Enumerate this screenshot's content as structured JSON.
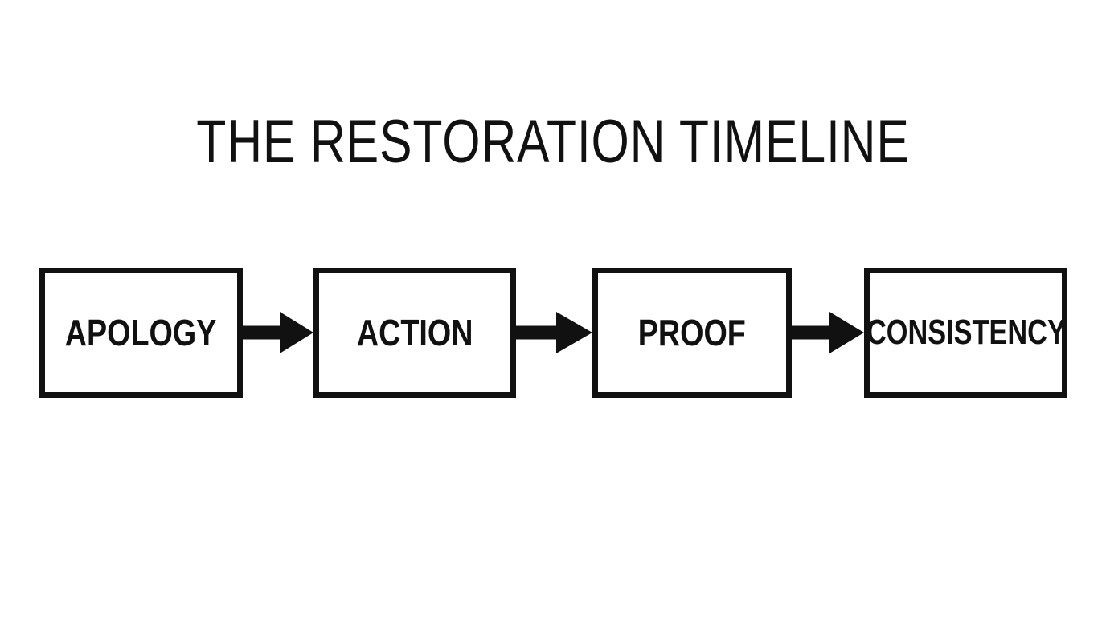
{
  "slide": {
    "title": "THE RESTORATION TIMELINE",
    "background_color": "#ffffff",
    "ink_color": "#111111"
  },
  "diagram": {
    "type": "linear-process-flow",
    "orientation": "horizontal",
    "stage_count": 4,
    "arrow_count": 3,
    "stages": [
      {
        "label": "APOLOGY",
        "order": 1
      },
      {
        "label": "ACTION",
        "order": 2
      },
      {
        "label": "PROOF",
        "order": 3
      },
      {
        "label": "CONSISTENCY",
        "order": 4
      }
    ],
    "arrows": [
      {
        "name": "apology-to-action",
        "glyph": "arrow-right-icon"
      },
      {
        "name": "action-to-proof",
        "glyph": "arrow-right-icon"
      },
      {
        "name": "proof-to-consistency",
        "glyph": "arrow-right-icon"
      }
    ]
  }
}
